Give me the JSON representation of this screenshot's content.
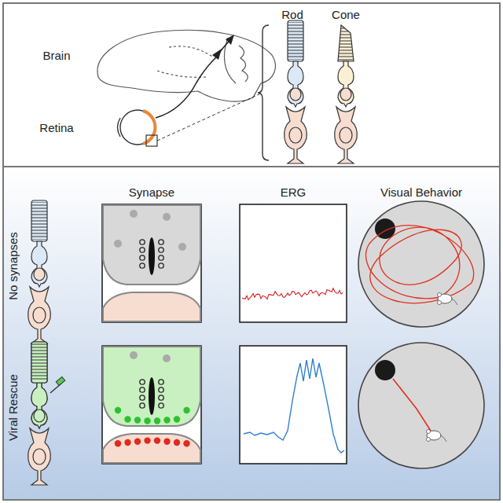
{
  "diagram": {
    "labels": [
      "Brain",
      "Retina",
      "Rod",
      "Cone",
      "Synapse",
      "ERG",
      "Visual Behavior",
      "No synapses",
      "Viral Rescue"
    ]
  }
}
